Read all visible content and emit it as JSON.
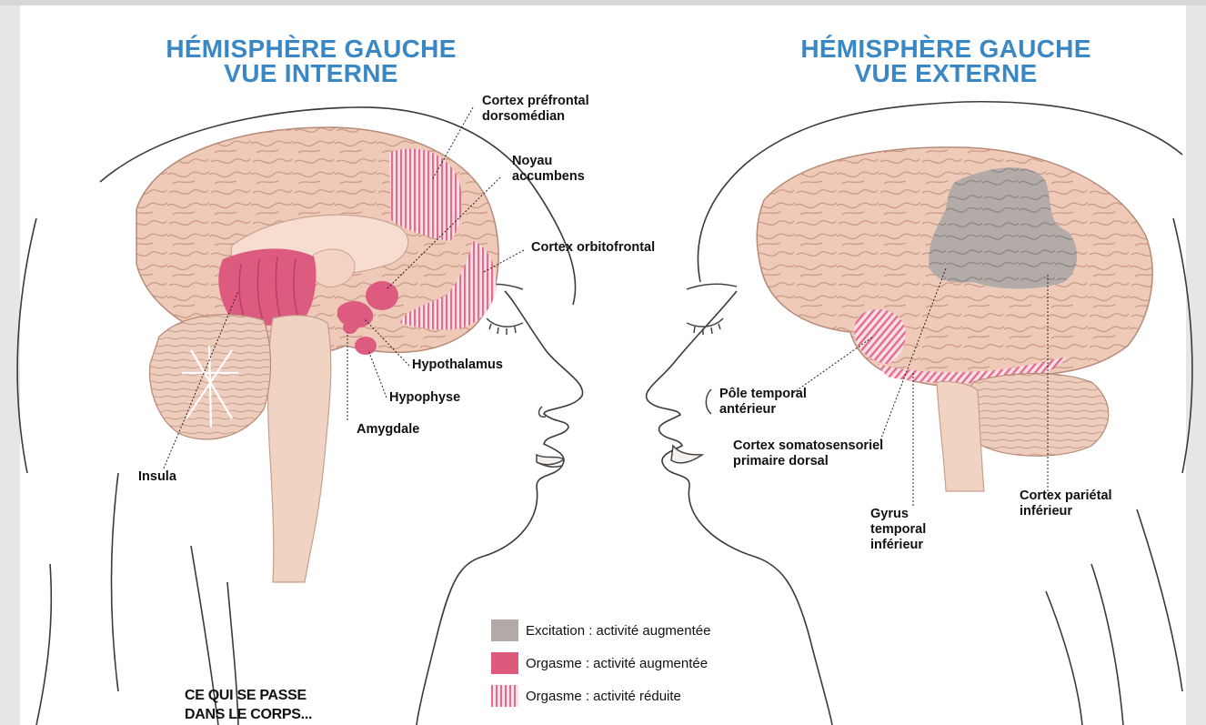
{
  "titles": {
    "left": {
      "line1": "HÉMISPHÈRE GAUCHE",
      "line2": "VUE INTERNE"
    },
    "right": {
      "line1": "HÉMISPHÈRE GAUCHE",
      "line2": "VUE EXTERNE"
    }
  },
  "labels": {
    "cortex_prefrontal": {
      "line1": "Cortex préfrontal",
      "line2": "dorsomédian"
    },
    "noyau_accumbens": {
      "line1": "Noyau",
      "line2": "accumbens"
    },
    "cortex_orbitofrontal": "Cortex orbitofrontal",
    "hypothalamus": "Hypothalamus",
    "hypophyse": "Hypophyse",
    "amygdale": "Amygdale",
    "insula": "Insula",
    "pole_temporal": {
      "line1": "Pôle temporal",
      "line2": "antérieur"
    },
    "cortex_somatosensoriel": {
      "line1": "Cortex somatosensoriel",
      "line2": "primaire dorsal"
    },
    "gyrus_temporal": {
      "line1": "Gyrus",
      "line2": "temporal",
      "line3": "inférieur"
    },
    "cortex_parietal": {
      "line1": "Cortex pariétal",
      "line2": "inférieur"
    }
  },
  "legend": [
    {
      "key": "grey",
      "label": "Excitation : activité augmentée"
    },
    {
      "key": "pink",
      "label": "Orgasme : activité augmentée"
    },
    {
      "key": "hatch",
      "label": "Orgasme : activité réduite"
    }
  ],
  "footer": {
    "line1": "CE QUI SE PASSE",
    "line2": "DANS LE CORPS..."
  },
  "colors": {
    "title_blue": "#3a87c6",
    "brain_tan": "#ecc6b4",
    "increased_pink": "#de5a7d",
    "excitation_grey": "#b2aaa7",
    "reduced_hatch": "#e06d8c"
  }
}
